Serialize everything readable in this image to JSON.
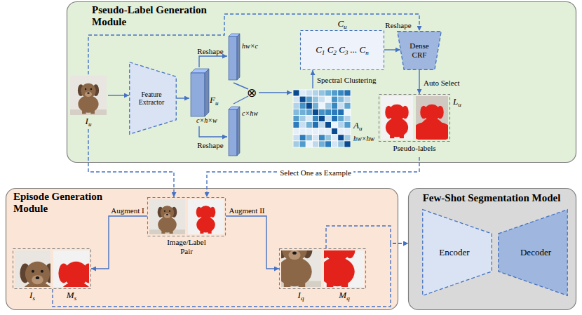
{
  "diagram": {
    "nodes": [
      {
        "text": [
          "Pseudo-Label Generation Module"
        ]
      },
      {
        "text": [
          "Iu"
        ],
        "in": 0
      },
      {
        "text": [
          "Feature Extractor"
        ],
        "in": 0
      },
      {
        "text": [
          "Fu",
          "c×h×w"
        ],
        "in": 0
      },
      {
        "text": [
          "hw×c"
        ],
        "in": 0
      },
      {
        "text": [
          "c×hw"
        ],
        "in": 0
      },
      {
        "text": [
          "⊗"
        ],
        "in": 0
      },
      {
        "text": [
          "Cu",
          "C1 C2 C3 ... Cn"
        ],
        "in": 0
      },
      {
        "text": [
          "Au",
          "hw×hw"
        ],
        "in": 0
      },
      {
        "text": [
          "Dense CRF"
        ],
        "in": 0
      },
      {
        "text": [
          "Lu",
          "Pseudo-labels"
        ],
        "in": 0
      },
      {
        "text": [
          "Episode Generation Module"
        ]
      },
      {
        "text": [
          "Image/Label Pair"
        ],
        "in": 11
      },
      {
        "text": [
          "Is",
          "Ms"
        ],
        "in": 11
      },
      {
        "text": [
          "Iq",
          "Mq"
        ],
        "in": 11
      },
      {
        "text": [
          "Few-Shot Segmentation Model"
        ]
      },
      {
        "text": [
          "Encoder"
        ],
        "in": 15
      },
      {
        "text": [
          "Decoder"
        ],
        "in": 15
      }
    ],
    "edges": [
      {
        "from": 1,
        "to": 2,
        "arrow": "to"
      },
      {
        "from": 2,
        "to": 3,
        "arrow": "to"
      },
      {
        "from": 3,
        "to": 4,
        "label": "Reshape",
        "arrow": "to"
      },
      {
        "from": 3,
        "to": 5,
        "label": "Reshape",
        "arrow": "to"
      },
      {
        "from": 4,
        "to": 6,
        "arrow": "none"
      },
      {
        "from": 5,
        "to": 6,
        "arrow": "none"
      },
      {
        "from": 6,
        "to": 8,
        "arrow": "to"
      },
      {
        "from": 8,
        "to": 7,
        "label": "Spectral Clustering",
        "arrow": "to"
      },
      {
        "from": 7,
        "to": 9,
        "label": "Reshape",
        "arrow": "to"
      },
      {
        "from": 9,
        "to": 10,
        "label": "Auto Select",
        "arrow": "to"
      },
      {
        "from": 1,
        "to": 9,
        "arrow": "to"
      },
      {
        "from": 1,
        "to": 12,
        "arrow": "to"
      },
      {
        "from": 10,
        "to": 12,
        "label": "Select One as Example",
        "arrow": "to"
      },
      {
        "from": 12,
        "to": 13,
        "label": "Augment I",
        "arrow": "to"
      },
      {
        "from": 12,
        "to": 14,
        "label": "Augment II",
        "arrow": "to"
      },
      {
        "from": 13,
        "to": 15,
        "arrow": "to"
      },
      {
        "from": 14,
        "to": 15,
        "arrow": "to"
      }
    ]
  }
}
